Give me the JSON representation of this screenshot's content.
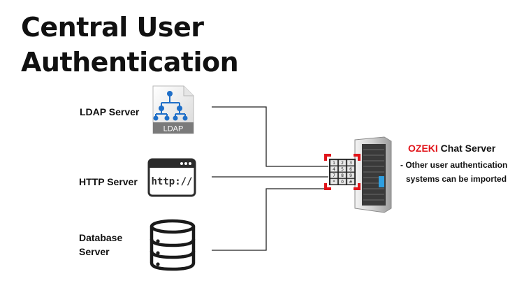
{
  "title": {
    "line1": "Central User",
    "line2": "Authentication"
  },
  "sources": {
    "ldap": {
      "label": "LDAP Server",
      "icon_text": "LDAP"
    },
    "http": {
      "label": "HTTP Server",
      "icon_text": "http://"
    },
    "database": {
      "label_line1": "Database",
      "label_line2": "Server"
    }
  },
  "chat_server": {
    "brand": "OZEKI",
    "name": " Chat Server",
    "desc_line1": "- Other user authentication",
    "desc_line2": "systems can be imported",
    "keypad_keys": [
      "1",
      "2",
      "3",
      "4",
      "5",
      "6",
      "7",
      "8",
      "9",
      "*",
      "0",
      "#"
    ]
  },
  "colors": {
    "accent": "#e1141a",
    "ldap_node": "#1f6fc8",
    "text": "#111111"
  }
}
